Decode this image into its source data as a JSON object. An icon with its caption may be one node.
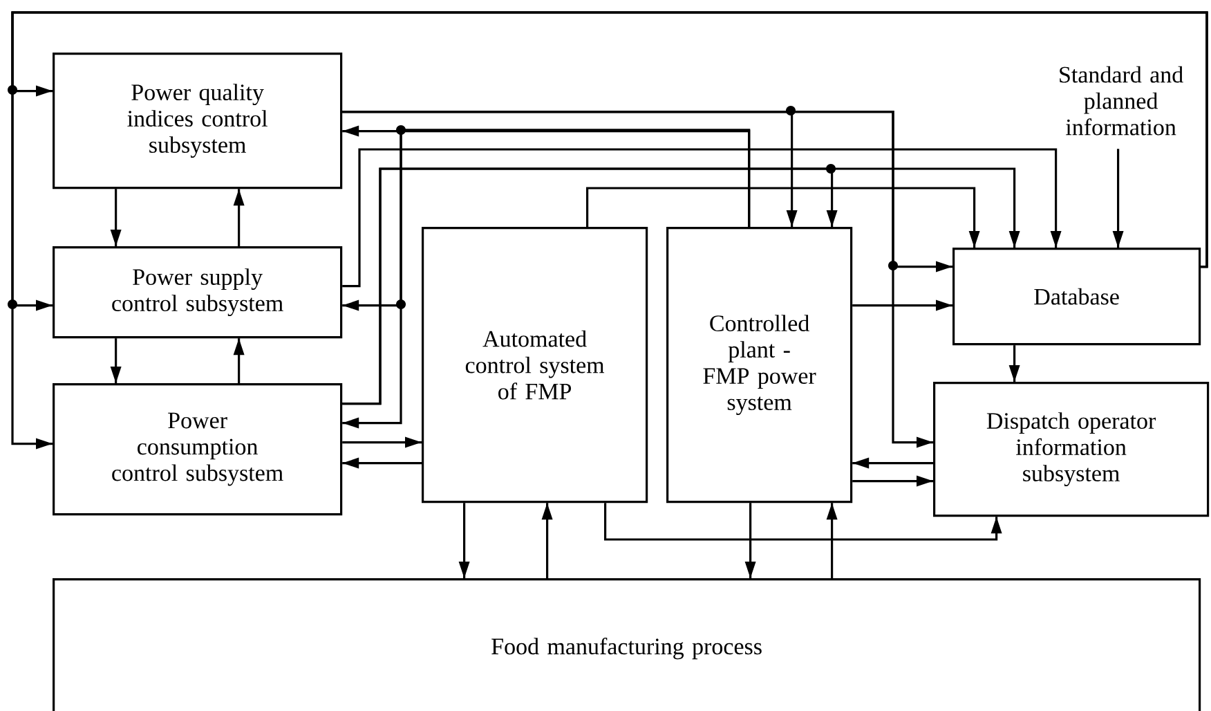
{
  "diagram": {
    "nodes": [
      {
        "text": [
          "Power quality indices control subsystem"
        ]
      },
      {
        "text": [
          "Power supply control subsystem"
        ]
      },
      {
        "text": [
          "Power consumption control subsystem"
        ]
      },
      {
        "text": [
          "Automated control system of FMP"
        ]
      },
      {
        "text": [
          "Controlled plant - FMP power system"
        ]
      },
      {
        "text": [
          "Standard and planned information"
        ]
      },
      {
        "text": [
          "Database"
        ]
      },
      {
        "text": [
          "Dispatch operator information subsystem"
        ]
      },
      {
        "text": [
          "Food manufacturing process"
        ]
      }
    ],
    "edges": [
      {
        "from": 0,
        "to": 1,
        "arrow": "to"
      },
      {
        "from": 1,
        "to": 0,
        "arrow": "to"
      },
      {
        "from": 1,
        "to": 2,
        "arrow": "to"
      },
      {
        "from": 2,
        "to": 1,
        "arrow": "to"
      },
      {
        "from": 6,
        "to": 0,
        "arrow": "to"
      },
      {
        "from": 6,
        "to": 1,
        "arrow": "to"
      },
      {
        "from": 6,
        "to": 2,
        "arrow": "to"
      },
      {
        "from": 0,
        "to": 4,
        "arrow": "to"
      },
      {
        "from": 0,
        "to": 6,
        "arrow": "to"
      },
      {
        "from": 0,
        "to": 7,
        "arrow": "to"
      },
      {
        "from": 4,
        "to": 0,
        "arrow": "to"
      },
      {
        "from": 4,
        "to": 1,
        "arrow": "to"
      },
      {
        "from": 4,
        "to": 2,
        "arrow": "to"
      },
      {
        "from": 1,
        "to": 6,
        "arrow": "to"
      },
      {
        "from": 2,
        "to": 6,
        "arrow": "to"
      },
      {
        "from": 2,
        "to": 4,
        "arrow": "to"
      },
      {
        "from": 3,
        "to": 6,
        "arrow": "to"
      },
      {
        "from": 5,
        "to": 6,
        "arrow": "to"
      },
      {
        "from": 4,
        "to": 6,
        "arrow": "to"
      },
      {
        "from": 6,
        "to": 7,
        "arrow": "to"
      },
      {
        "from": 7,
        "to": 4,
        "arrow": "to"
      },
      {
        "from": 4,
        "to": 7,
        "arrow": "to"
      },
      {
        "from": 3,
        "to": 7,
        "arrow": "to"
      },
      {
        "from": 2,
        "to": 3,
        "arrow": "to"
      },
      {
        "from": 3,
        "to": 2,
        "arrow": "to"
      },
      {
        "from": 3,
        "to": 8,
        "arrow": "to"
      },
      {
        "from": 8,
        "to": 3,
        "arrow": "to"
      },
      {
        "from": 4,
        "to": 8,
        "arrow": "to"
      },
      {
        "from": 8,
        "to": 4,
        "arrow": "to"
      }
    ]
  }
}
